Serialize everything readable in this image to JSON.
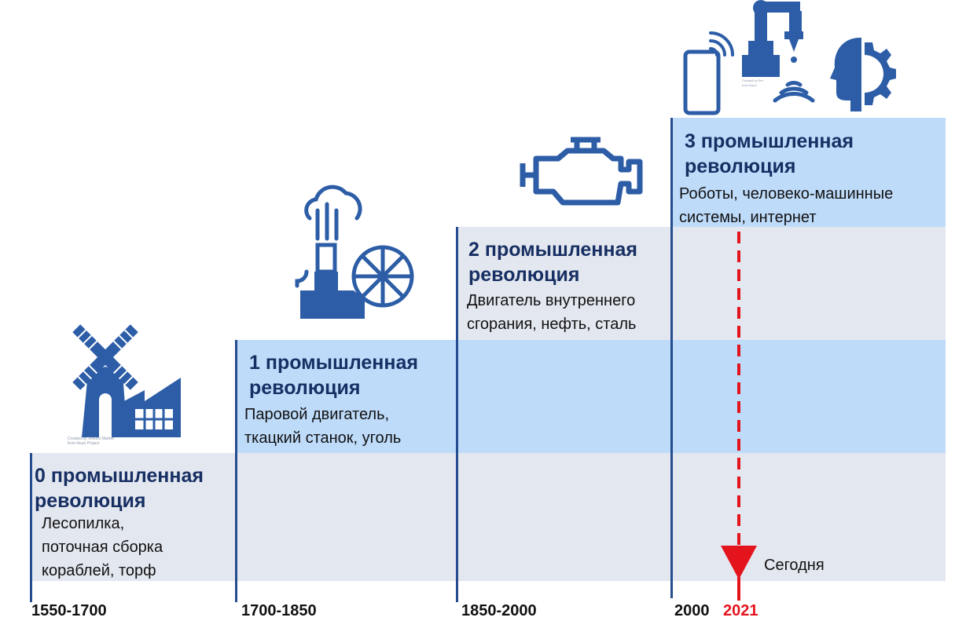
{
  "eras": [
    {
      "title_line1": "0 промышленная",
      "title_line2": "революция",
      "desc": [
        "Лесопилка,",
        "поточная сборка",
        "кораблей, торф"
      ],
      "period": "1550-1700"
    },
    {
      "title_line1": "1 промышленная",
      "title_line2": "революция",
      "desc": [
        "Паровой двигатель,",
        "ткацкий станок, уголь"
      ],
      "period": "1700-1850"
    },
    {
      "title_line1": "2 промышленная",
      "title_line2": "революция",
      "desc": [
        "Двигатель внутреннего",
        "сгорания, нефть, сталь"
      ],
      "period": "1850-2000"
    },
    {
      "title_line1": "3 промышленная",
      "title_line2": "революция",
      "desc": [
        "Роботы, человеко-машинные",
        "системы, интернет"
      ],
      "period": "2000"
    }
  ],
  "today": {
    "label": "Сегодня",
    "year": "2021"
  },
  "icons": [
    "windmill-factory-icon",
    "steam-engine-icon",
    "engine-icon",
    "smartphone-wifi-icon",
    "robot-arm-icon",
    "ai-head-gear-icon"
  ],
  "colors": {
    "icon_blue": "#2c5da6",
    "title_navy": "#172f63",
    "band_gray": "#e3e7ef",
    "band_blue": "#bedbfa",
    "axis_line": "#254d8f",
    "today_red": "#e4141d"
  },
  "credits": {
    "windmill": [
      "Created by Vectors Market",
      "from Noun Project"
    ]
  }
}
